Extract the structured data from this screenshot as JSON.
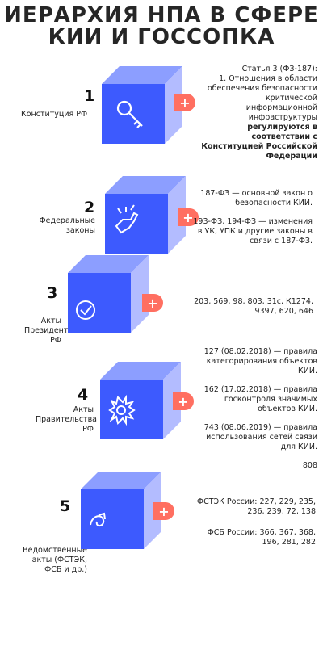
{
  "title": {
    "line1": "ИЕРАРХИЯ НПА В СФЕРЕ",
    "line2": "КИИ И ГОССОПКА"
  },
  "levels": [
    {
      "number": "1",
      "label": "Конституция РФ",
      "icon": "key-icon",
      "desc": {
        "intro": "Статья 3 (ФЗ-187):",
        "normal": "1. Отношения в области обеспечения безопасности критической информационной инфраструктуры",
        "bold": "регулируются в соответствии с Конституцией Российской Федерации"
      }
    },
    {
      "number": "2",
      "label": "Федеральные законы",
      "icon": "hand-icon",
      "desc": {
        "p1": "187-ФЗ — основной закон о безопасности КИИ.",
        "p2": "193-ФЗ, 194-ФЗ — изменения в УК, УПК и другие законы в связи с 187-ФЗ."
      }
    },
    {
      "number": "3",
      "label": "Акты Президента РФ",
      "icon": "check-badge-icon",
      "desc": {
        "p1": "203, 569, 98, 803, 31с, К1274, 9397, 620, 646"
      }
    },
    {
      "number": "4",
      "label": "Акты Правительства РФ",
      "icon": "gear-burst-icon",
      "desc": {
        "p1": "127 (08.02.2018) — правила категорирования объектов КИИ.",
        "p2": "162 (17.02.2018) — правила госконтроля значимых объектов КИИ.",
        "p3": "743 (08.06.2019) — правила использования сетей связи для КИИ.",
        "p4": "808"
      }
    },
    {
      "number": "5",
      "label": "Ведомственные акты (ФСТЭК, ФСБ и др.)",
      "icon": "arrow-curve-icon",
      "desc": {
        "p1": "ФСТЭК России: 227, 229, 235, 236, 239, 72, 138",
        "p2": "ФСБ России: 366, 367, 368, 196, 281, 282"
      }
    }
  ],
  "colors": {
    "cube_front": "#3d5afe",
    "cube_top": "#8c9eff",
    "cube_side": "#b3bcff",
    "plus": "#ff6f61"
  },
  "plus_symbol": "+"
}
